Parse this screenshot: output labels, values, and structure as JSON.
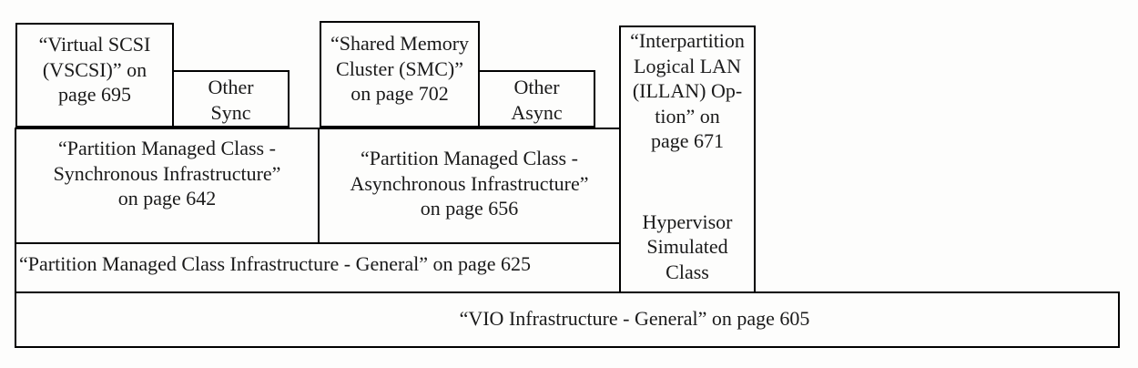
{
  "diagram": {
    "description": "Layered block diagram of VIO infrastructure classes",
    "colors": {
      "border": "#000000",
      "text": "#1a1a1a",
      "background": "#fdfdfc"
    },
    "boxes": {
      "vscsi": {
        "text": "“Virtual SCSI\n(VSCSI)” on\npage 695",
        "page": "695"
      },
      "other_sync": {
        "text": "Other\nSync"
      },
      "smc": {
        "text": "“Shared Memory\nCluster (SMC)”\non page 702",
        "page": "702"
      },
      "other_async": {
        "text": "Other\nAsync"
      },
      "illan": {
        "text": "“Interpartition\nLogical LAN\n(ILLAN) Op-\ntion” on\npage 671",
        "page": "671"
      },
      "hypervisor": {
        "text": "Hypervisor\nSimulated\nClass"
      },
      "sync_infra": {
        "text": "“Partition Managed Class -\nSynchronous Infrastructure”\non page 642",
        "page": "642"
      },
      "async_infra": {
        "text": "“Partition Managed Class -\nAsynchronous Infrastructure”\non page 656",
        "page": "656"
      },
      "pmc_general": {
        "text": "“Partition Managed Class Infrastructure - General” on page 625",
        "page": "625"
      },
      "vio_general": {
        "text": "“VIO Infrastructure - General” on page 605",
        "page": "605"
      }
    }
  }
}
